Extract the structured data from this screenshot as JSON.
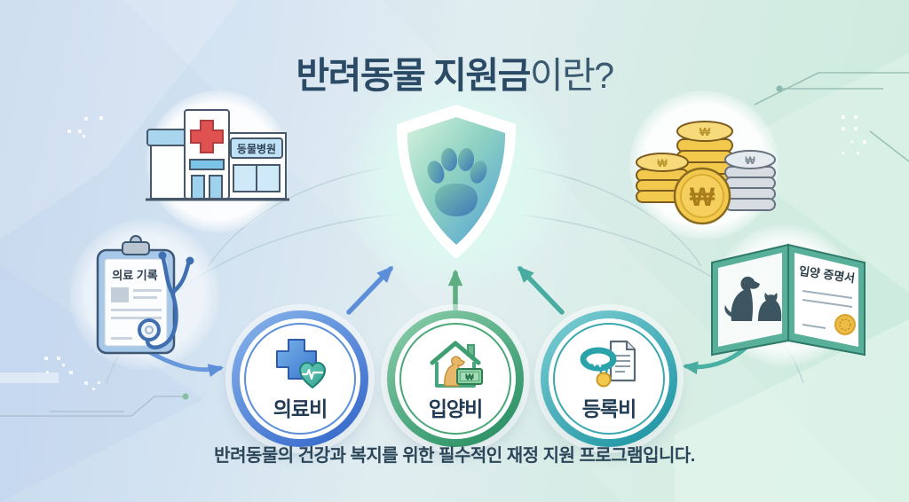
{
  "title": {
    "emphasis": "반려동물 지원금",
    "suffix": "이란?"
  },
  "footer": {
    "description": "반려동물의 건강과 복지를 위한 필수적인 재정 지원 프로그램입니다."
  },
  "currency_symbol": "₩",
  "center": {
    "icon": "shield-paw-icon"
  },
  "illustrations": {
    "animal_hospital": {
      "sign": "동물병원",
      "icon": "animal-hospital-icon"
    },
    "medical_record": {
      "title": "의료 기록",
      "icon": "medical-record-clipboard-icon"
    },
    "coins": {
      "icon": "coin-stacks-icon"
    },
    "adoption_certificate": {
      "title": "입양 증명서",
      "icon": "adoption-certificate-icon"
    }
  },
  "categories": [
    {
      "label": "의료비",
      "icon": "medical-cross-heart-icon",
      "accent_color": "#3a77cc"
    },
    {
      "label": "입양비",
      "icon": "house-dog-banknote-icon",
      "accent_color": "#2e9966"
    },
    {
      "label": "등록비",
      "icon": "collar-document-icon",
      "accent_color": "#1f9aa8"
    }
  ],
  "palette": {
    "background_left": "#c6d8ee",
    "background_right": "#ccebde",
    "title_text": "#2b4a66",
    "shield_green": "#cdeeda",
    "shield_blue": "#4f9fd6"
  }
}
